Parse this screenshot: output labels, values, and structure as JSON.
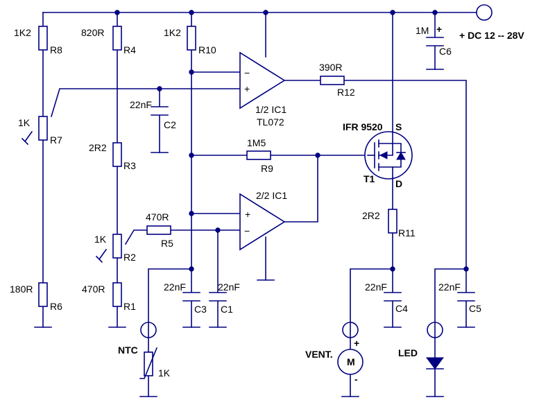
{
  "labels": {
    "r8_value": "1K2",
    "r8_ref": "R8",
    "r4_value": "820R",
    "r4_ref": "R4",
    "r10_value": "1K2",
    "r10_ref": "R10",
    "r7_value": "1K",
    "r7_ref": "R7",
    "c2_value": "22nF",
    "c2_ref": "C2",
    "r3_value": "2R2",
    "r3_ref": "R3",
    "r2_value": "1K",
    "r2_ref": "R2",
    "r5_value": "470R",
    "r5_ref": "R5",
    "r6_value": "180R",
    "r6_ref": "R6",
    "r1_value": "470R",
    "r1_ref": "R1",
    "c3_value": "22nF",
    "c3_ref": "C3",
    "c1_value": "22nF",
    "c1_ref": "C1",
    "ic1a_ref": "1/2 IC1",
    "ic1a_type": "TL072",
    "ic1b_ref": "2/2 IC1",
    "r12_value": "390R",
    "r12_ref": "R12",
    "r9_value": "1M5",
    "r9_ref": "R9",
    "t1_type": "IFR 9520",
    "t1_s": "S",
    "t1_ref": "T1",
    "t1_d": "D",
    "r11_value": "2R2",
    "r11_ref": "R11",
    "c4_value": "22nF",
    "c4_ref": "C4",
    "c5_value": "22nF",
    "c5_ref": "C5",
    "c6_value": "1M",
    "c6_plus": "+",
    "c6_ref": "C6",
    "supply": "+ DC  12 -- 28V",
    "ntc_ref": "NTC",
    "ntc_value": "1K",
    "vent_ref": "VENT.",
    "motor": "M",
    "motor_plus": "+",
    "motor_minus": "-",
    "led_ref": "LED",
    "opamp_minus": "−",
    "opamp_plus": "+"
  },
  "colors": {
    "wire": "#000080",
    "text": "#000000",
    "background": "#ffffff"
  }
}
